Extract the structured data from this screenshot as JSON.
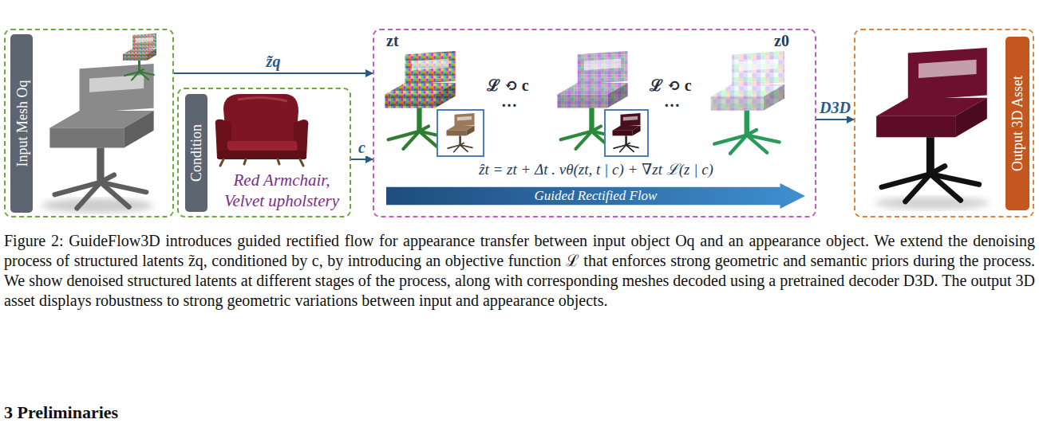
{
  "diagram": {
    "caption": "Figure 2: GuideFlow3D introduces guided rectified flow for appearance transfer between input object Oq and an appearance object. We extend the denoising process of structured latents z̃q, conditioned by c, by introducing an objective function ℒ that enforces strong geometric and semantic priors during the process. We show denoised structured latents at different stages of the process, along with corresponding meshes decoded using a pretrained decoder D3D. The output 3D asset displays robustness to strong geometric variations between input and appearance objects.",
    "nodes": [
      {
        "text": [
          "Input Mesh Oq"
        ]
      },
      {
        "text": [
          "Condition",
          "Red Armchair, Velvet upholstery"
        ]
      },
      {
        "text": [
          "ẑt = zt + Δt . vθ(zt, t | c) + ∇zt ℒ(z | c)"
        ]
      },
      {
        "text": [
          "Guided Rectified Flow"
        ],
        "in": 2
      },
      {
        "text": [
          "Output 3D Asset"
        ]
      }
    ],
    "edges": [
      {
        "from": 0,
        "to": 2,
        "arrow": "to",
        "label": "z̃q"
      },
      {
        "from": 1,
        "to": 2,
        "arrow": "to",
        "label": "c"
      },
      {
        "from": 2,
        "to": 4,
        "arrow": "to",
        "label": "D3D"
      }
    ],
    "labels": [
      "zt",
      "ℒ ⟲ c",
      "…",
      "ℒ ⟲ c",
      "…",
      "z0",
      "3 Preliminaries"
    ]
  }
}
